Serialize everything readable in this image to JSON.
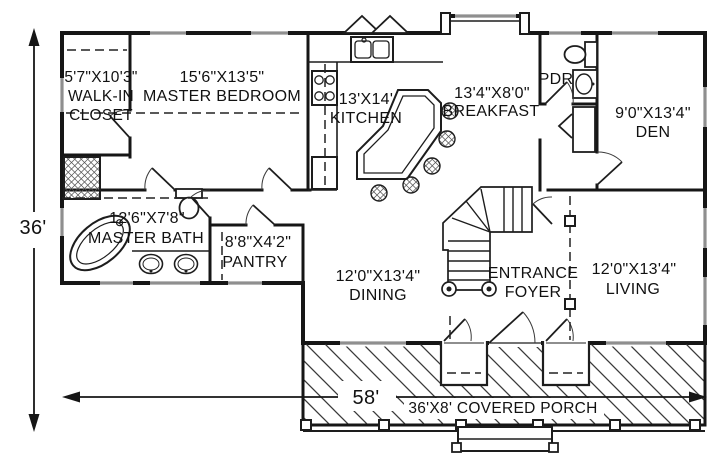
{
  "drawing": {
    "type": "house first floor plan",
    "overall_width_label": "58'",
    "overall_depth_label": "36'"
  },
  "rooms": {
    "walk_in_closet": {
      "size": "5'7\"X10'3\"",
      "line1": "WALK-IN",
      "line2": "CLOSET"
    },
    "master_bedroom": {
      "size": "15'6\"X13'5\"",
      "name": "MASTER BEDROOM"
    },
    "kitchen": {
      "size": "13'X14'",
      "name": "KITCHEN"
    },
    "breakfast": {
      "size": "13'4\"X8'0\"",
      "name": "BREAKFAST"
    },
    "powder_room": {
      "name": "PDR"
    },
    "den": {
      "size": "9'0\"X13'4\"",
      "name": "DEN"
    },
    "master_bath": {
      "size": "12'6\"X7'8\"",
      "name": "MASTER BATH"
    },
    "pantry": {
      "size": "8'8\"X4'2\"",
      "name": "PANTRY"
    },
    "dining": {
      "size": "12'0\"X13'4\"",
      "name": "DINING"
    },
    "entrance_foyer": {
      "line1": "ENTRANCE",
      "line2": "FOYER"
    },
    "living": {
      "size": "12'0\"X13'4\"",
      "name": "LIVING"
    },
    "covered_porch": {
      "name": "36'X8' COVERED PORCH"
    }
  },
  "colors": {
    "line": "#161616",
    "window": "#8f8f8f",
    "background": "#ffffff"
  }
}
